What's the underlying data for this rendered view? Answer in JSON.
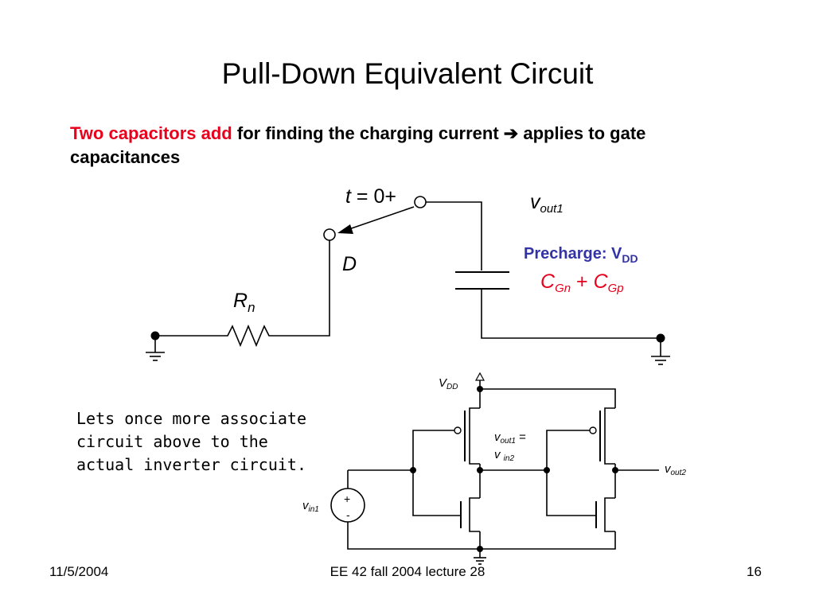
{
  "slide": {
    "title": "Pull-Down Equivalent Circuit",
    "subtitle_red": "Two capacitors add",
    "subtitle_rest": "for finding the charging current",
    "subtitle_arrow": "➔",
    "subtitle_tail": "applies to gate capacitances",
    "note": "Lets once more associate circuit above to the actual inverter circuit."
  },
  "diagram": {
    "t_label": "t",
    "t_eq": " = 0+",
    "v_symbol": "v",
    "vout1_sub": "out1",
    "D": "D",
    "R": "R",
    "R_sub": "n",
    "precharge": "Precharge: V",
    "precharge_sub": "DD",
    "C": "C",
    "cgn_sub": "Gn",
    "plus": " + ",
    "cgp_sub": "Gp",
    "vdd": "V",
    "vdd_sub": "DD",
    "mid_label_sub1": "out1",
    "mid_label_eq": " =",
    "mid_label_sub2": "in2",
    "vout2_sub": "out2",
    "vin1_sub": "in1",
    "src_plus": "+",
    "src_minus": "-"
  },
  "footer": {
    "date": "11/5/2004",
    "course": "EE 42 fall 2004 lecture 28",
    "page": "16"
  },
  "colors": {
    "red": "#e8001c",
    "blue": "#3333a6",
    "text": "#000000"
  }
}
